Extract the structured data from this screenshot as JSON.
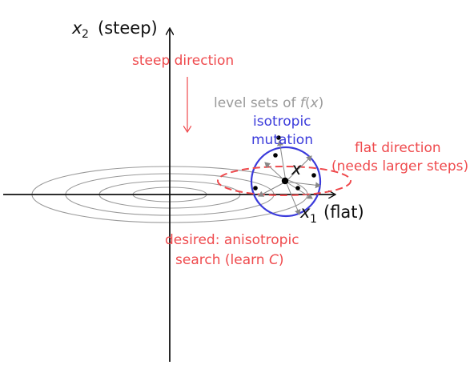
{
  "axes": {
    "x2_var": "x",
    "x2_sub": "2",
    "x2_note": "(steep)",
    "x1_var": "x",
    "x1_sub": "1",
    "x1_note": "(flat)"
  },
  "annotations": {
    "steep_direction": "steep direction",
    "level_sets_prefix": "level sets of ",
    "level_sets_func": "f",
    "level_sets_open": "(",
    "level_sets_var": "x",
    "level_sets_close": ")",
    "isotropic_line1": "isotropic",
    "isotropic_line2": "mutation",
    "flat_line1": "flat direction",
    "flat_line2": "(needs larger steps)",
    "point_label": "x",
    "desired_line1": "desired: anisotropic",
    "desired_line2_prefix": "search (learn ",
    "desired_line2_var": "C",
    "desired_line2_suffix": ")"
  },
  "colors": {
    "axis": "#111111",
    "level_sets": "#9a9a9a",
    "isotropic": "#3b3bdb",
    "anisotropic": "#ef4a4d",
    "samples": "#000000"
  },
  "icons": {
    "steep_arrow": "down-arrow-icon",
    "x1_arrow": "right-arrow-icon",
    "x2_arrow": "up-arrow-icon"
  }
}
